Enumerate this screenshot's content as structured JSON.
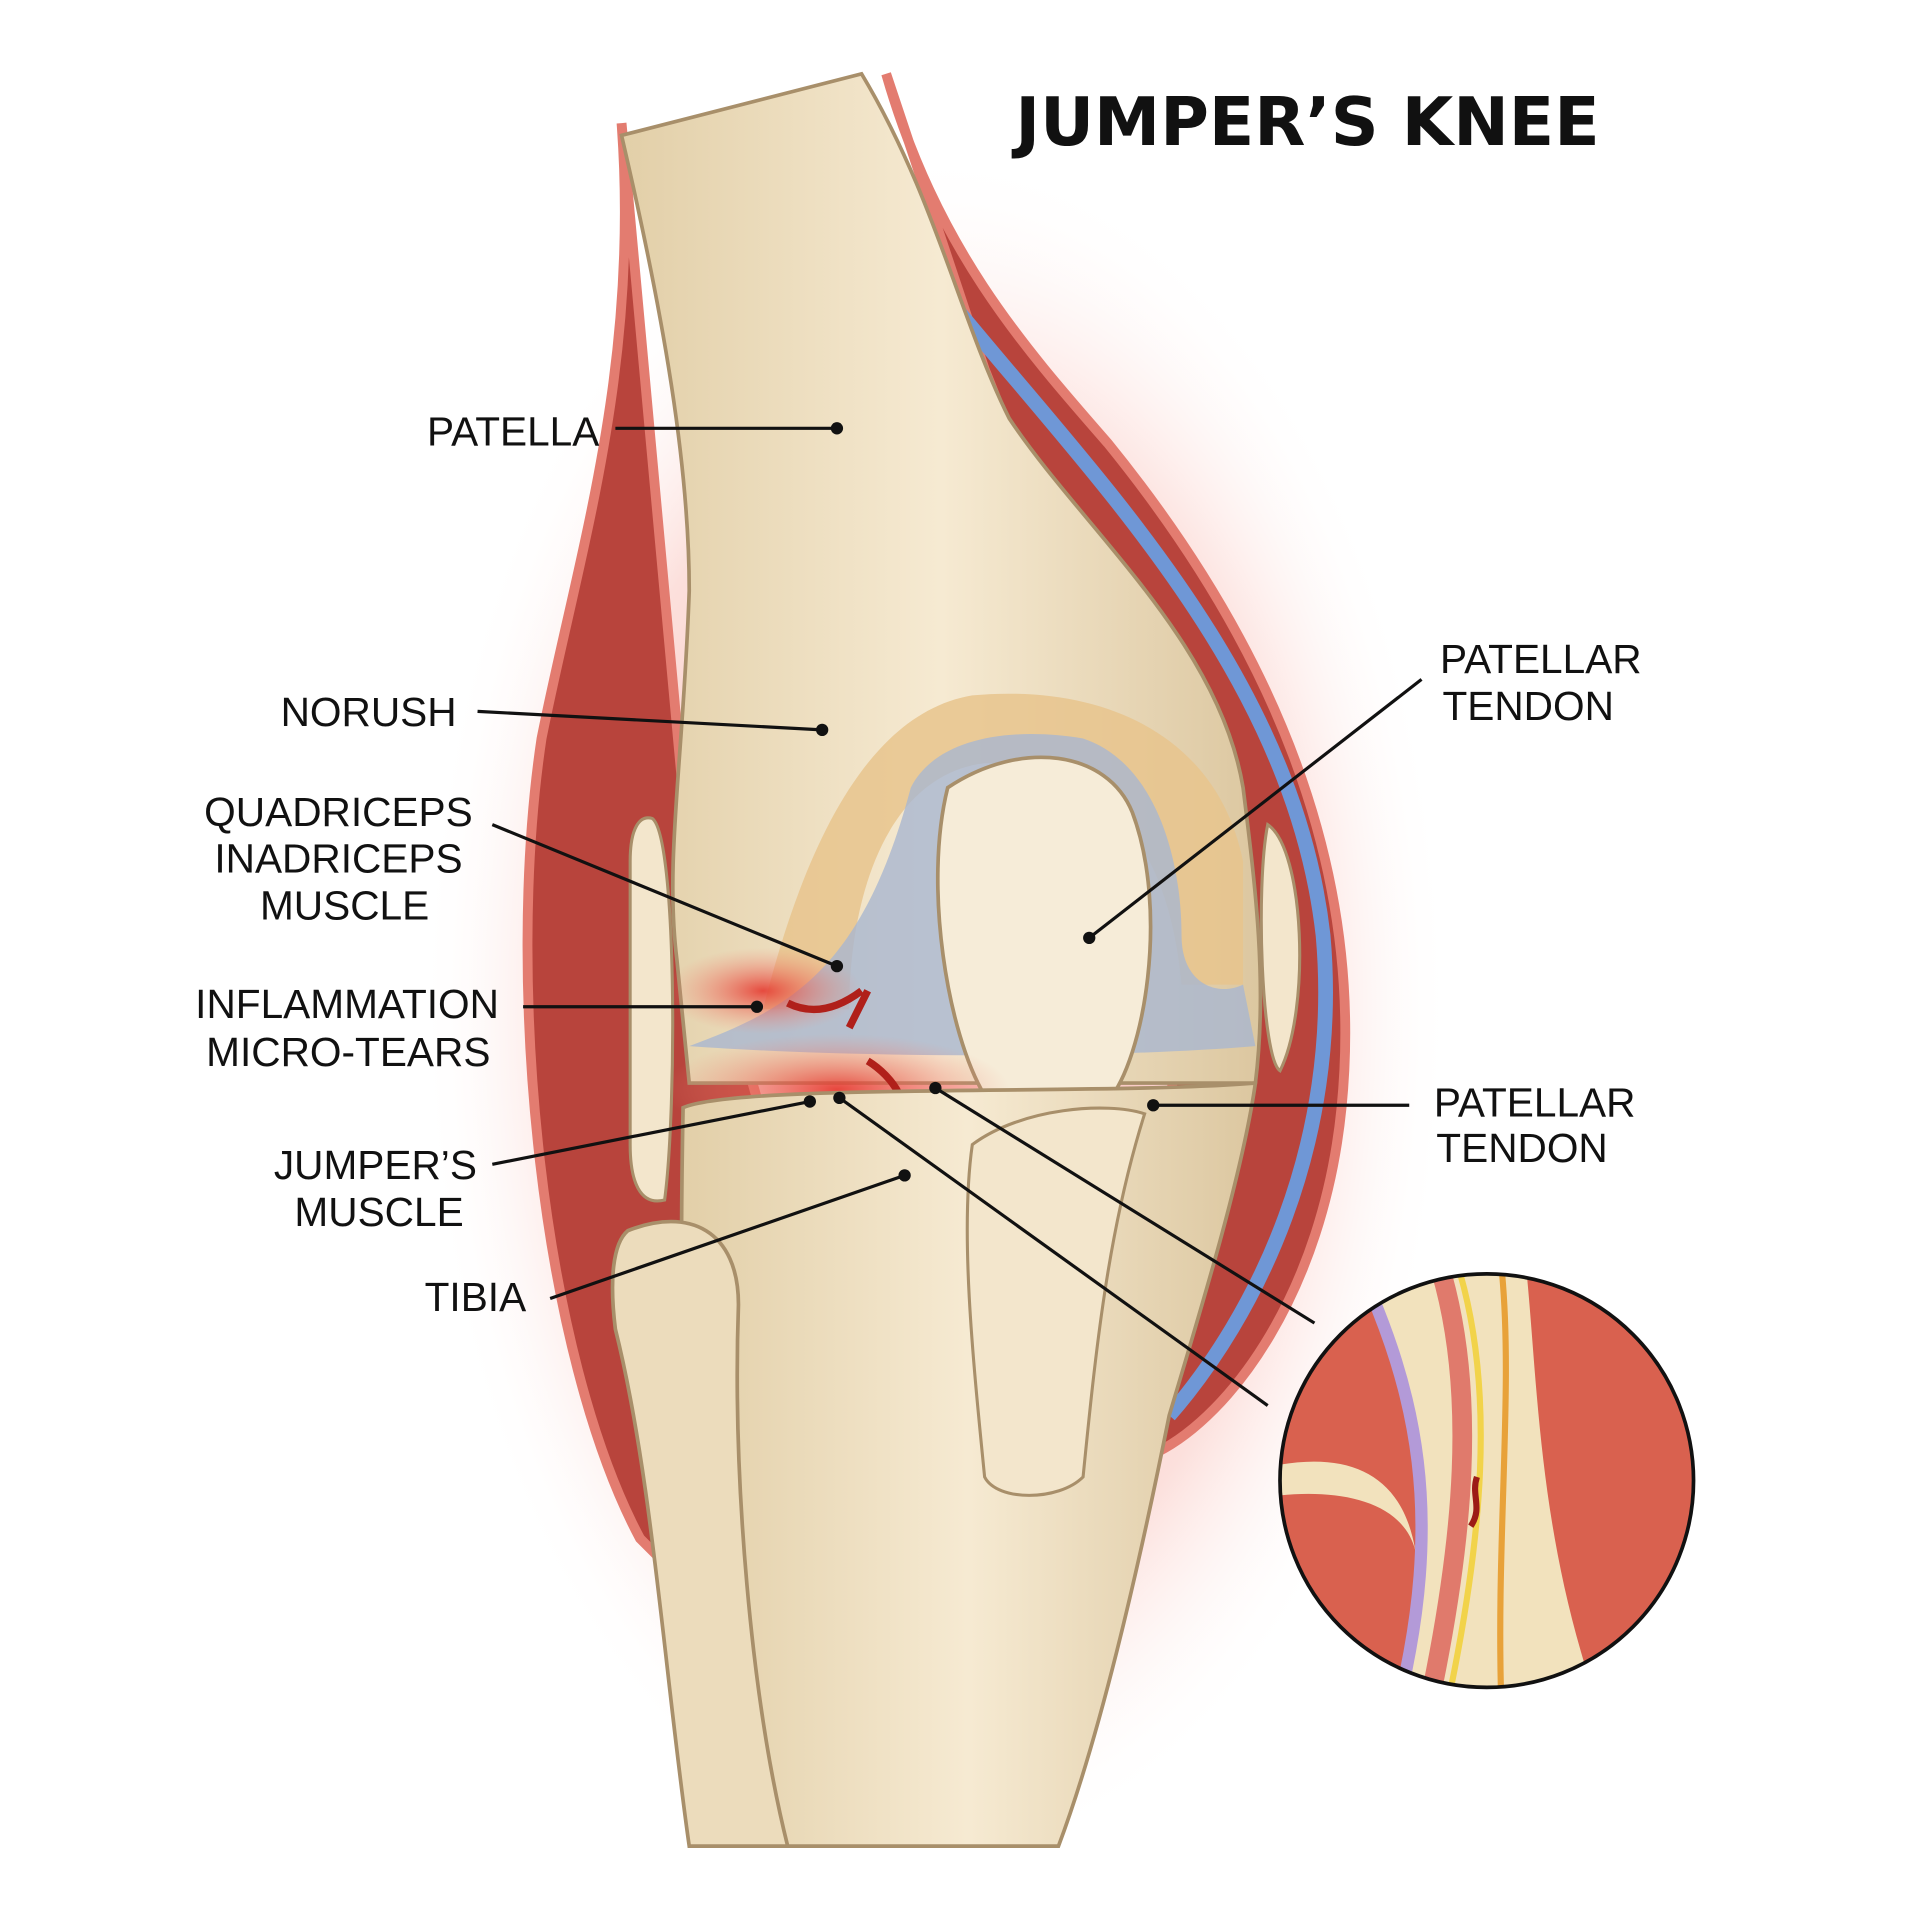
{
  "title": "JUMPER’S KNEE",
  "labels": {
    "patella": "PATELLA",
    "norush": "NORUSH",
    "quadriceps": [
      "QUADRICEPS",
      "INADRICEPS",
      "MUSCLE"
    ],
    "inflammation": [
      "INFLAMMATION",
      "MICRO-TEARS"
    ],
    "jumpers_muscle": [
      "JUMPER’S",
      "MUSCLE"
    ],
    "tibia": "TIBIA",
    "patellar_tendon_upper": [
      "PATELLAR",
      "TENDON"
    ],
    "patellar_tendon_lower": [
      "PATELLAR",
      "TENDON"
    ]
  },
  "colors": {
    "bone": "#efe0c2",
    "bone_outline": "#a88f6a",
    "muscle": "#b8443c",
    "vessel": "#6f97d6",
    "inflammation": "#e8403a",
    "cartilage": "#a9b6cf",
    "marrow": "#e7c48d"
  }
}
